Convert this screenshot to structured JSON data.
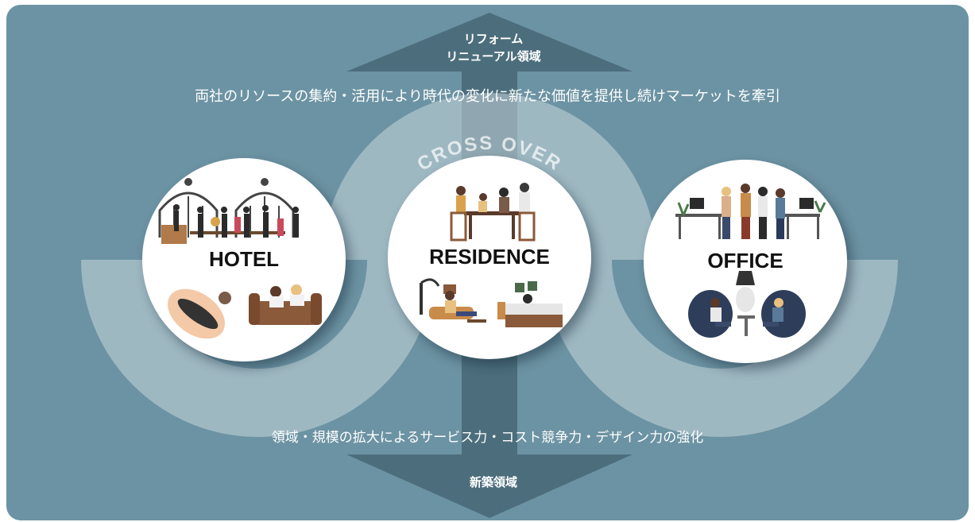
{
  "arrow_top": {
    "line1": "リフォーム",
    "line2": "リニューアル領域"
  },
  "message_top": "両社のリソースの集約・活用により時代の変化に新たな価値を提供し続けマーケットを牽引",
  "crossover_label": "CROSS OVER",
  "circles": [
    {
      "label": "HOTEL"
    },
    {
      "label": "RESIDENCE"
    },
    {
      "label": "OFFICE"
    }
  ],
  "message_bottom": "領域・規模の拡大によるサービス力・コスト競争力・デザイン力の強化",
  "arrow_bottom": {
    "label": "新築領域"
  },
  "colors": {
    "background": "#6c93a3",
    "arrow": "#4c6e7c",
    "band": "#a5bcc6",
    "text": "#ffffff"
  }
}
